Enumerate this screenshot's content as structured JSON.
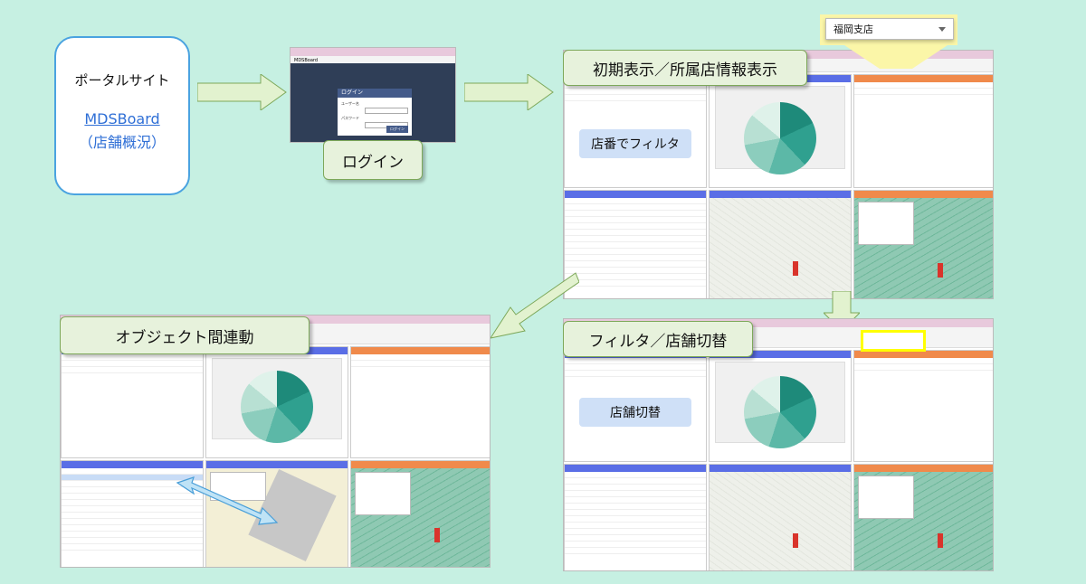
{
  "portal": {
    "title": "ポータルサイト",
    "link": "MDSBoard",
    "sub": "（店舗概況）"
  },
  "login": {
    "window_title": "MDSBoard",
    "dialog_title": "ログイン",
    "user_label": "ユーザー名",
    "pass_label": "パスワード",
    "button": "ログイン",
    "caption": "ログイン"
  },
  "initial": {
    "label": "初期表示／所属店情報表示",
    "chip": "店番でフィルタ",
    "dropdown": "福岡支店"
  },
  "filter": {
    "label": "フィルタ／店舗切替",
    "chip": "店舗切替"
  },
  "link": {
    "label": "オブジェクト間連動"
  },
  "colors": {
    "background": "#c6f0e2",
    "label_bg": "#e7f2dc",
    "label_border": "#7da85a",
    "chip_bg": "#cfe0f7",
    "header_blue": "#5a6ee6",
    "header_orange": "#f08a4b",
    "highlight": "#ffff00",
    "arrow": "#e2f2cf"
  }
}
